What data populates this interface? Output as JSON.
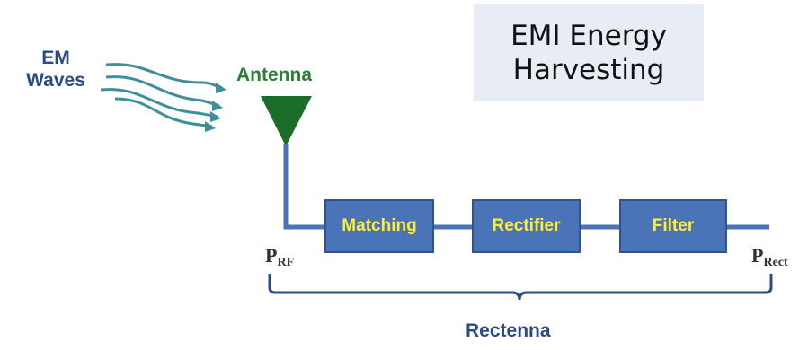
{
  "title": {
    "line1": "EMI Energy",
    "line2": "Harvesting"
  },
  "em_waves": {
    "line1": "EM",
    "line2": "Waves"
  },
  "antenna": "Antenna",
  "blocks": [
    "Matching",
    "Rectifier",
    "Filter"
  ],
  "p_rf": {
    "p": "P",
    "sub": "RF"
  },
  "p_rect": {
    "p": "P",
    "sub": "Rect"
  },
  "rectenna": "Rectenna",
  "colors": {
    "block_fill": "#4a74b7",
    "block_text": "#ffee33",
    "line": "#4a74b7",
    "antenna": "#1b6e2a",
    "label_blue": "#2a4b86",
    "title_bg": "#e8ecf5"
  }
}
